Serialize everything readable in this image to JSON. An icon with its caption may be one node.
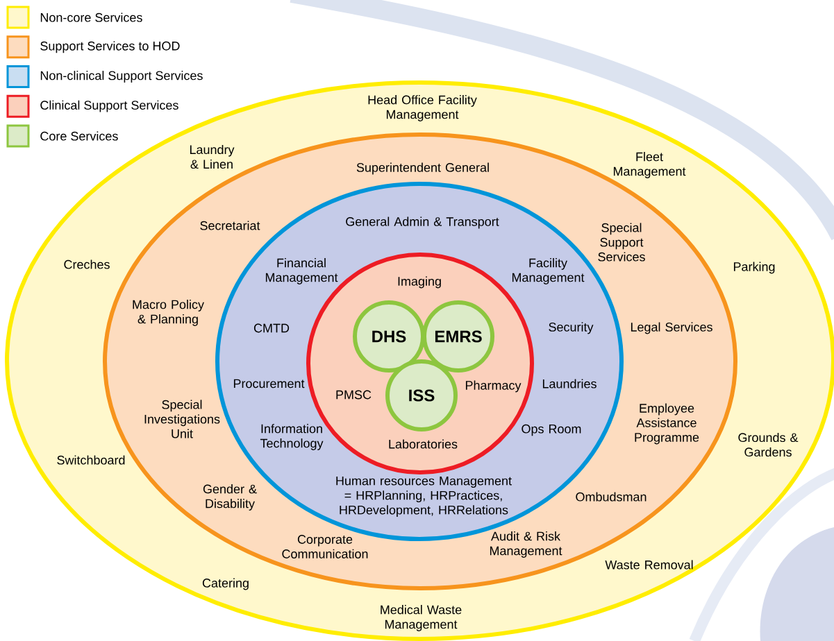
{
  "diagram": {
    "nodes": [
      {
        "text": [
          "Head Office Facility Management",
          "Laundry & Linen",
          "Fleet Management",
          "Creches",
          "Parking",
          "Switchboard",
          "Grounds & Gardens",
          "Catering",
          "Waste Removal",
          "Medical Waste Management"
        ]
      },
      {
        "text": [
          "Superintendent General",
          "Secretariat",
          "Special Support Services",
          "Macro Policy & Planning",
          "Legal Services",
          "Special Investigations Unit",
          "Employee Assistance Programme",
          "Gender & Disability",
          "Ombudsman",
          "Corporate Communication",
          "Audit & Risk Management"
        ],
        "in": 0
      },
      {
        "text": [
          "General Admin & Transport",
          "Financial Management",
          "Facility Management",
          "CMTD",
          "Security",
          "Procurement",
          "Laundries",
          "Information Technology",
          "Ops Room",
          "Human resources Management = HRPlanning, HRPractices, HRDevelopment, HRRelations"
        ],
        "in": 1
      },
      {
        "text": [
          "Imaging",
          "PMSC",
          "Pharmacy",
          "Laboratories"
        ],
        "in": 2
      },
      {
        "text": [
          "DHS"
        ],
        "in": 3
      },
      {
        "text": [
          "EMRS"
        ],
        "in": 3
      },
      {
        "text": [
          "ISS"
        ],
        "in": 3
      }
    ],
    "legend": [
      {
        "text": "Non-core Services",
        "color": "#fff8cc"
      },
      {
        "text": "Support Services to HOD",
        "color": "#fddcbf"
      },
      {
        "text": "Non-clinical Support Services",
        "color": "#c9def2"
      },
      {
        "text": "Clinical Support Services",
        "color": "#fbd0bc"
      },
      {
        "text": "Core Services",
        "color": "#dcebc8"
      }
    ]
  }
}
